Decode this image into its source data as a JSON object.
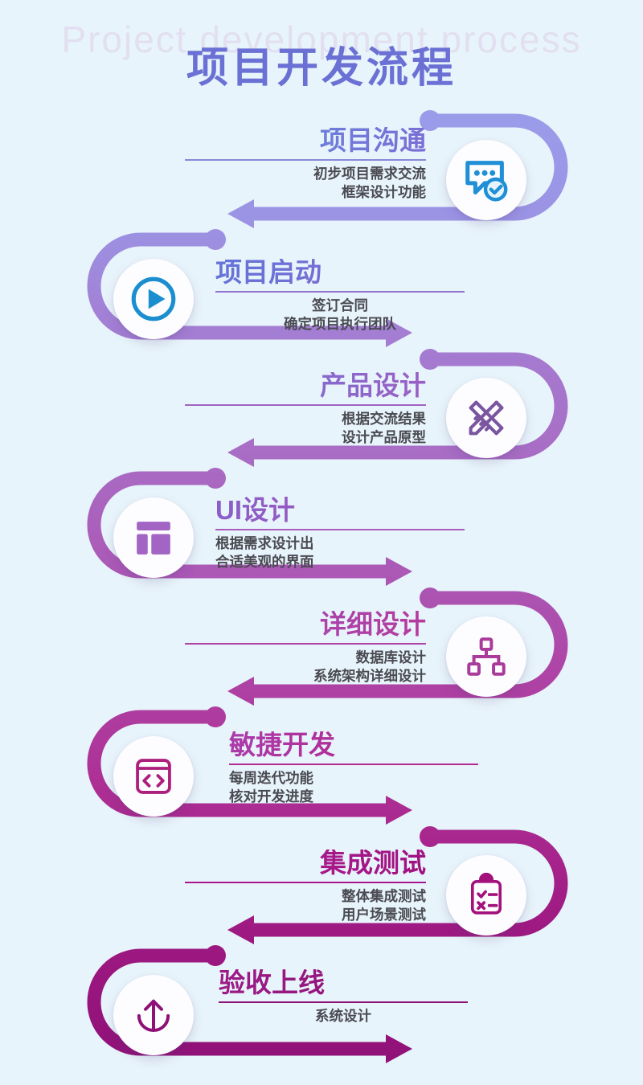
{
  "header": {
    "title_cn": "项目开发流程",
    "title_en": "Project development process",
    "title_color": "#6b71d4",
    "bg_title_color": "#e2dff0"
  },
  "page": {
    "background": "#e8f4fb",
    "path_gradient_start": "#9a9cea",
    "path_gradient_end": "#8e1077"
  },
  "steps": [
    {
      "index": 1,
      "title": "项目沟通",
      "sub_line1": "初步项目需求交流",
      "sub_line2": "框架设计功能",
      "icon": "chat-check-icon",
      "icon_color": "#1f8fd6",
      "side": "right",
      "title_color_from": "#5b8fe0",
      "title_color_to": "#7b6fd6",
      "rule_color": "#8a88d8"
    },
    {
      "index": 2,
      "title": "项目启动",
      "sub_line1": "签订合同",
      "sub_line2": "确定项目执行团队",
      "icon": "play-circle-icon",
      "icon_color": "#1b8ed0",
      "side": "left",
      "title_color_from": "#6474d8",
      "title_color_to": "#8a66cf",
      "rule_color": "#9173d2"
    },
    {
      "index": 3,
      "title": "产品设计",
      "sub_line1": "根据交流结果",
      "sub_line2": "设计产品原型",
      "icon": "ruler-pencil-icon",
      "icon_color": "#7a569f",
      "side": "right",
      "title_color_from": "#6f78d8",
      "title_color_to": "#9b5fc4",
      "rule_color": "#9f63c4"
    },
    {
      "index": 4,
      "title": "UI设计",
      "sub_line1": "根据需求设计出",
      "sub_line2": "合适美观的界面",
      "icon": "layout-grid-icon",
      "icon_color": "#a265c4",
      "side": "left",
      "title_color_from": "#8a5fc9",
      "title_color_to": "#ac4fb5",
      "rule_color": "#a95cbb"
    },
    {
      "index": 5,
      "title": "详细设计",
      "sub_line1": "数据库设计",
      "sub_line2": "系统架构详细设计",
      "icon": "sitemap-icon",
      "icon_color": "#a93c9a",
      "side": "right",
      "title_color_from": "#9b4fc0",
      "title_color_to": "#b63b9c",
      "rule_color": "#ae44aa"
    },
    {
      "index": 6,
      "title": "敏捷开发",
      "sub_line1": "每周迭代功能",
      "sub_line2": "核对开发进度",
      "icon": "code-window-icon",
      "icon_color": "#ad1f7d",
      "side": "left",
      "title_color_from": "#ab3cab",
      "title_color_to": "#b81a82",
      "rule_color": "#b22a92"
    },
    {
      "index": 7,
      "title": "集成测试",
      "sub_line1": "整体集成测试",
      "sub_line2": "用户场景测试",
      "icon": "clipboard-check-icon",
      "icon_color": "#a2117c",
      "side": "right",
      "title_color_from": "#b1259a",
      "title_color_to": "#a01180",
      "rule_color": "#a5168a"
    },
    {
      "index": 8,
      "title": "验收上线",
      "sub_line1": "系统设计",
      "sub_line2": "",
      "icon": "upload-arrow-icon",
      "icon_color": "#8e1077",
      "side": "left",
      "title_color_from": "#9c1b86",
      "title_color_to": "#8d0f76",
      "rule_color": "#8e1077"
    }
  ]
}
